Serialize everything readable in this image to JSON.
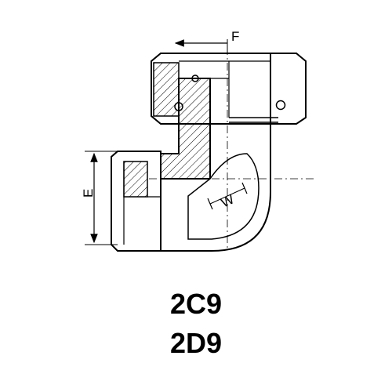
{
  "diagram": {
    "dimension_labels": {
      "top": "F",
      "left": "E",
      "wrench": "W"
    },
    "part_codes": [
      "2C9",
      "2D9"
    ],
    "colors": {
      "line": "#000000",
      "background": "#ffffff"
    }
  }
}
